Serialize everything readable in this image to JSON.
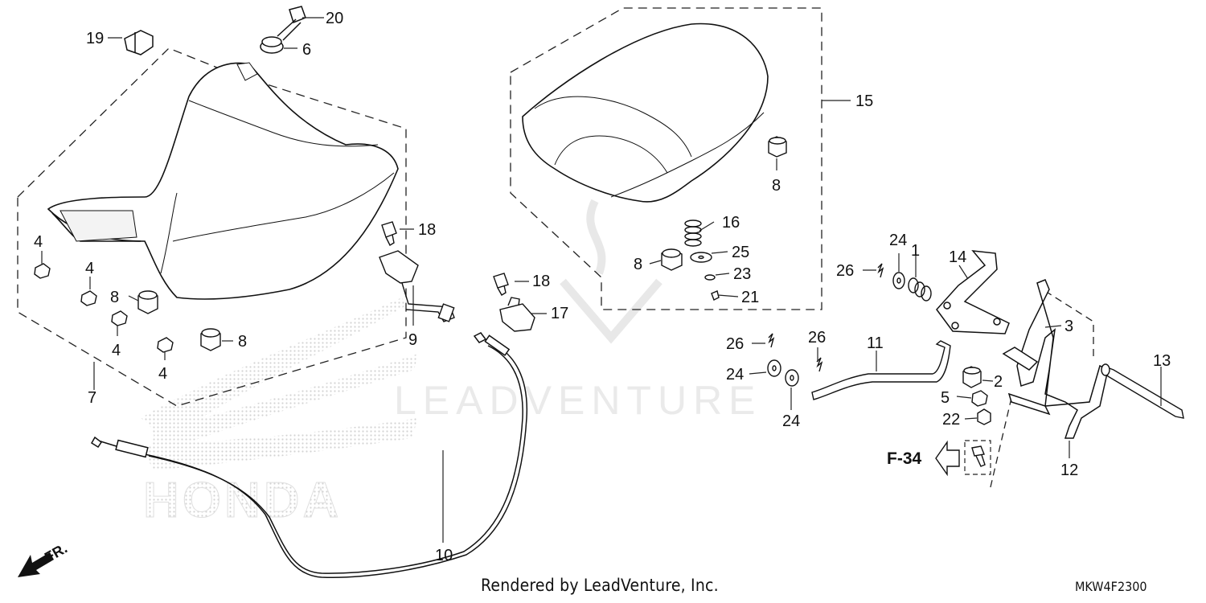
{
  "diagram": {
    "footer_text": "Rendered by LeadVenture, Inc.",
    "diagram_code": "MKW4F2300",
    "front_indicator": "FR.",
    "page_reference": "F-34",
    "watermark_text": "LEADVENTURE",
    "logo_text": "HONDA",
    "callouts": [
      {
        "id": "c-20",
        "label": "20"
      },
      {
        "id": "c-19",
        "label": "19"
      },
      {
        "id": "c-6",
        "label": "6"
      },
      {
        "id": "c-4a",
        "label": "4"
      },
      {
        "id": "c-4b",
        "label": "4"
      },
      {
        "id": "c-8a",
        "label": "8"
      },
      {
        "id": "c-4c",
        "label": "4"
      },
      {
        "id": "c-4d",
        "label": "4"
      },
      {
        "id": "c-8b",
        "label": "8"
      },
      {
        "id": "c-7",
        "label": "7"
      },
      {
        "id": "c-18a",
        "label": "18"
      },
      {
        "id": "c-9",
        "label": "9"
      },
      {
        "id": "c-18b",
        "label": "18"
      },
      {
        "id": "c-17",
        "label": "17"
      },
      {
        "id": "c-10",
        "label": "10"
      },
      {
        "id": "c-15",
        "label": "15"
      },
      {
        "id": "c-8c",
        "label": "8"
      },
      {
        "id": "c-16",
        "label": "16"
      },
      {
        "id": "c-25",
        "label": "25"
      },
      {
        "id": "c-8d",
        "label": "8"
      },
      {
        "id": "c-23",
        "label": "23"
      },
      {
        "id": "c-21",
        "label": "21"
      },
      {
        "id": "c-24a",
        "label": "24"
      },
      {
        "id": "c-1",
        "label": "1"
      },
      {
        "id": "c-14",
        "label": "14"
      },
      {
        "id": "c-26a",
        "label": "26"
      },
      {
        "id": "c-3",
        "label": "3"
      },
      {
        "id": "c-26b",
        "label": "26"
      },
      {
        "id": "c-26c",
        "label": "26"
      },
      {
        "id": "c-11",
        "label": "11"
      },
      {
        "id": "c-24b",
        "label": "24"
      },
      {
        "id": "c-2",
        "label": "2"
      },
      {
        "id": "c-13",
        "label": "13"
      },
      {
        "id": "c-5",
        "label": "5"
      },
      {
        "id": "c-24c",
        "label": "24"
      },
      {
        "id": "c-22",
        "label": "22"
      },
      {
        "id": "c-12",
        "label": "12"
      }
    ]
  }
}
